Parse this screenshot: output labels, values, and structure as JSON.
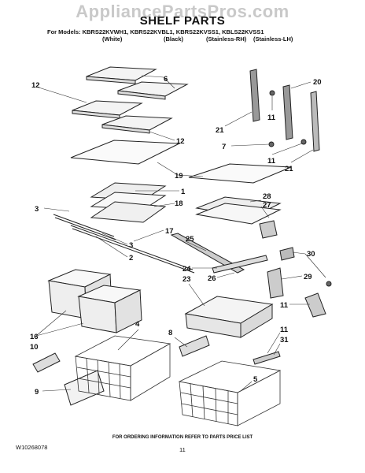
{
  "watermark": "AppliancePartsPros.com",
  "title": "SHELF PARTS",
  "models_line": "For Models: KBRS22KVWH1, KBRS22KVBL1, KBRS22KVSS1, KBLS22KVSS1",
  "variants": [
    "(White)",
    "(Black)",
    "(Stainless-RH)",
    "(Stainless-LH)"
  ],
  "callouts": {
    "c12a": "12",
    "c6": "6",
    "c12b": "12",
    "c20": "20",
    "c21a": "21",
    "c11a": "11",
    "c7": "7",
    "c11b": "11",
    "c21b": "21",
    "c19": "19",
    "c1": "1",
    "c28": "28",
    "c3a": "3",
    "c18": "18",
    "c27": "27",
    "c17": "17",
    "c25": "25",
    "c3b": "3",
    "c2": "2",
    "c30": "30",
    "c24": "24",
    "c23": "23",
    "c26": "26",
    "c29": "29",
    "c11c": "11",
    "c16": "16",
    "c10": "10",
    "c4": "4",
    "c8": "8",
    "c11d": "11",
    "c31": "31",
    "c9": "9",
    "c5": "5"
  },
  "footer_note": "FOR ORDERING INFORMATION REFER TO PARTS PRICE LIST",
  "doc_id": "W10268078",
  "page_number": "11"
}
